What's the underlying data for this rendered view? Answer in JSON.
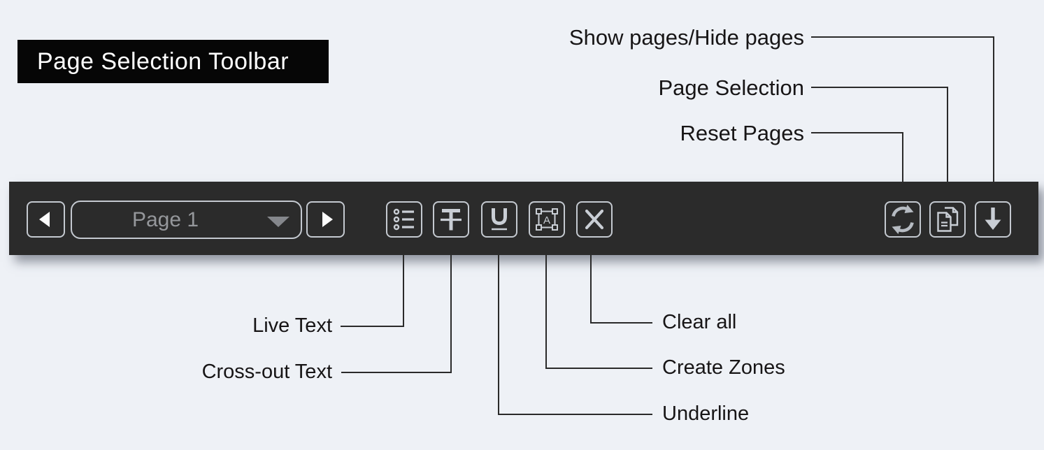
{
  "title": "Page Selection Toolbar",
  "colors": {
    "page_background": "#eef1f6",
    "toolbar_background": "#2b2b2b",
    "title_background": "#060606",
    "title_text": "#ffffff",
    "icon_stroke": "#c9ced5",
    "button_border": "#c4c9d0",
    "dropdown_text": "#95979b",
    "callout_line": "#2a2a2a",
    "callout_text": "#171516"
  },
  "toolbar": {
    "page_selector": {
      "value": "Page 1"
    },
    "create_zones_glyph": "A",
    "tools": [
      {
        "name": "previous-page"
      },
      {
        "name": "page-selector-dropdown"
      },
      {
        "name": "next-page"
      },
      {
        "name": "live-text"
      },
      {
        "name": "cross-out-text"
      },
      {
        "name": "underline"
      },
      {
        "name": "create-zones"
      },
      {
        "name": "clear-all"
      },
      {
        "name": "reset-pages"
      },
      {
        "name": "page-selection"
      },
      {
        "name": "show-hide-pages"
      }
    ]
  },
  "callouts": {
    "show_hide": "Show pages/Hide pages",
    "page_selection": "Page Selection",
    "reset_pages": "Reset Pages",
    "live_text": "Live Text",
    "cross_out": "Cross-out Text",
    "underline": "Underline",
    "create_zones": "Create Zones",
    "clear_all": "Clear all"
  }
}
